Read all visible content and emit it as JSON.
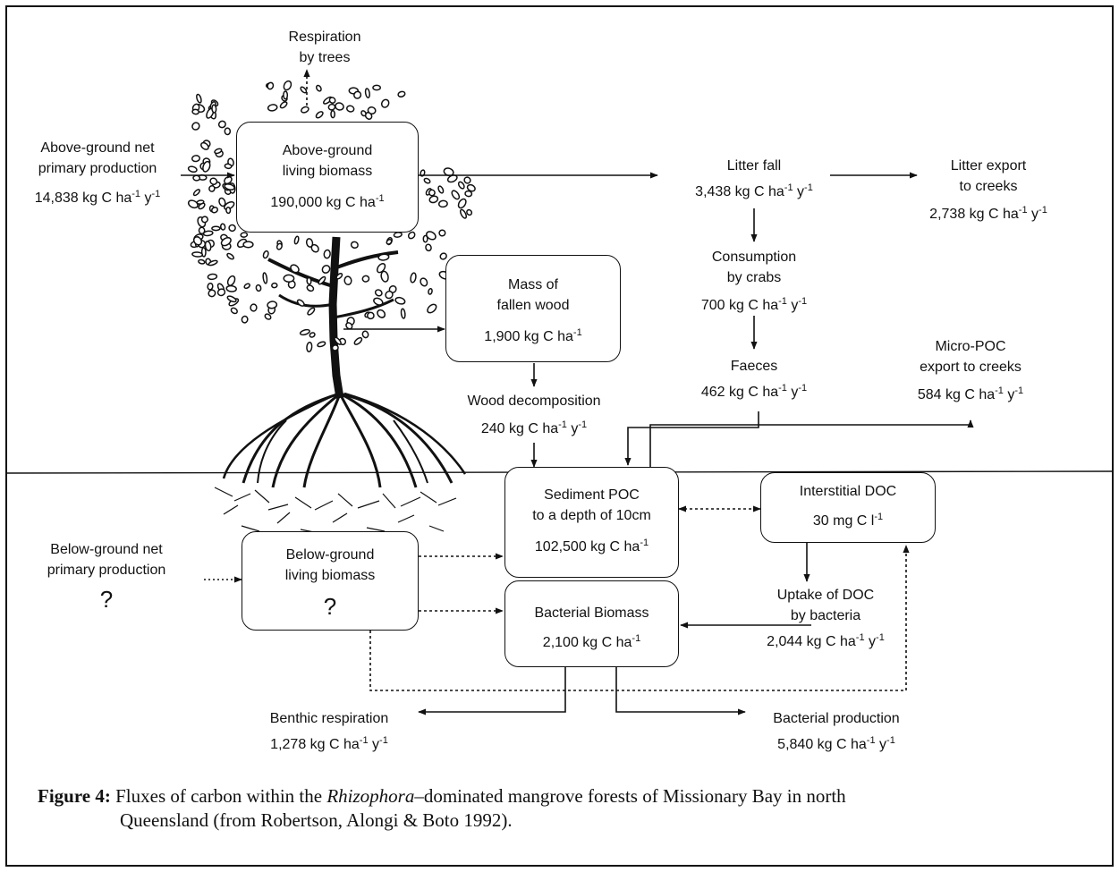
{
  "nodes": {
    "respiration_trees": {
      "line1": "Respiration",
      "line2": "by trees"
    },
    "ag_npp": {
      "line1": "Above-ground net",
      "line2": "primary production",
      "value": "14,838 kg C ha",
      "exp1": "-1",
      "mid": " y",
      "exp2": "-1"
    },
    "ag_biomass": {
      "line1": "Above-ground",
      "line2": "living biomass",
      "value": "190,000 kg C ha",
      "exp1": "-1"
    },
    "litter_fall": {
      "line1": "Litter fall",
      "value": "3,438 kg C ha",
      "exp1": "-1",
      "mid": " y",
      "exp2": "-1"
    },
    "litter_export": {
      "line1": "Litter export",
      "line2": "to creeks",
      "value": "2,738 kg C ha",
      "exp1": "-1",
      "mid": " y",
      "exp2": "-1"
    },
    "consumption_crabs": {
      "line1": "Consumption",
      "line2": "by crabs",
      "value": "700 kg C ha",
      "exp1": "-1",
      "mid": " y",
      "exp2": "-1"
    },
    "fallen_wood": {
      "line1": "Mass of",
      "line2": "fallen wood",
      "value": "1,900 kg C ha",
      "exp1": "-1"
    },
    "faeces": {
      "line1": "Faeces",
      "value": "462 kg C ha",
      "exp1": "-1",
      "mid": " y",
      "exp2": "-1"
    },
    "micro_poc": {
      "line1": "Micro-POC",
      "line2": "export to creeks",
      "value": "584 kg C ha",
      "exp1": "-1",
      "mid": " y",
      "exp2": "-1"
    },
    "wood_decomp": {
      "line1": "Wood decomposition",
      "value": "240 kg C ha",
      "exp1": "-1",
      "mid": " y",
      "exp2": "-1"
    },
    "sediment_poc": {
      "line1": "Sediment POC",
      "line2": "to a depth of 10cm",
      "value": "102,500 kg C ha",
      "exp1": "-1"
    },
    "interstitial_doc": {
      "line1": "Interstitial DOC",
      "value": "30 mg C l",
      "exp1": "-1"
    },
    "bg_npp": {
      "line1": "Below-ground net",
      "line2": "primary production",
      "value": "?"
    },
    "bg_biomass": {
      "line1": "Below-ground",
      "line2": "living biomass",
      "value": "?"
    },
    "uptake_doc": {
      "line1": "Uptake of DOC",
      "line2": "by bacteria",
      "value": "2,044 kg C ha",
      "exp1": "-1",
      "mid": " y",
      "exp2": "-1"
    },
    "bacterial_biomass": {
      "line1": "Bacterial Biomass",
      "value": "2,100 kg C ha",
      "exp1": "-1"
    },
    "benthic_resp": {
      "line1": "Benthic respiration",
      "value": "1,278 kg C ha",
      "exp1": "-1",
      "mid": " y",
      "exp2": "-1"
    },
    "bacterial_prod": {
      "line1": "Bacterial production",
      "value": "5,840 kg C ha",
      "exp1": "-1",
      "mid": " y",
      "exp2": "-1"
    }
  },
  "caption": {
    "label": "Figure 4:",
    "text_a": "Fluxes of carbon within the ",
    "genus": "Rhizophora",
    "text_b": "–dominated mangrove forests of Missionary Bay in north",
    "text_c": "Queensland (from Robertson, Alongi & Boto 1992)."
  }
}
